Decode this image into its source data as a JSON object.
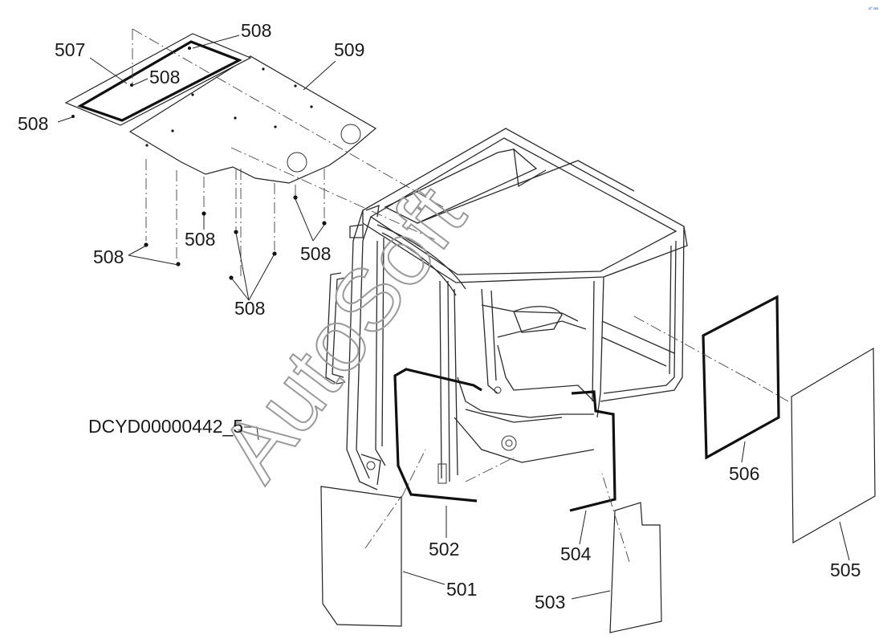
{
  "diagram": {
    "drawing_code": "DCYD00000442_5",
    "watermark": "AutoSoft",
    "corner_mark": "a° aa",
    "callouts": [
      {
        "id": "c507",
        "label": "507"
      },
      {
        "id": "c508a",
        "label": "508"
      },
      {
        "id": "c508b",
        "label": "508"
      },
      {
        "id": "c508c",
        "label": "508"
      },
      {
        "id": "c509",
        "label": "509"
      },
      {
        "id": "c508d",
        "label": "508"
      },
      {
        "id": "c508e",
        "label": "508"
      },
      {
        "id": "c508f",
        "label": "508"
      },
      {
        "id": "c508g",
        "label": "508"
      },
      {
        "id": "c506",
        "label": "506"
      },
      {
        "id": "c505",
        "label": "505"
      },
      {
        "id": "c502",
        "label": "502"
      },
      {
        "id": "c504",
        "label": "504"
      },
      {
        "id": "c501",
        "label": "501"
      },
      {
        "id": "c503",
        "label": "503"
      }
    ]
  }
}
